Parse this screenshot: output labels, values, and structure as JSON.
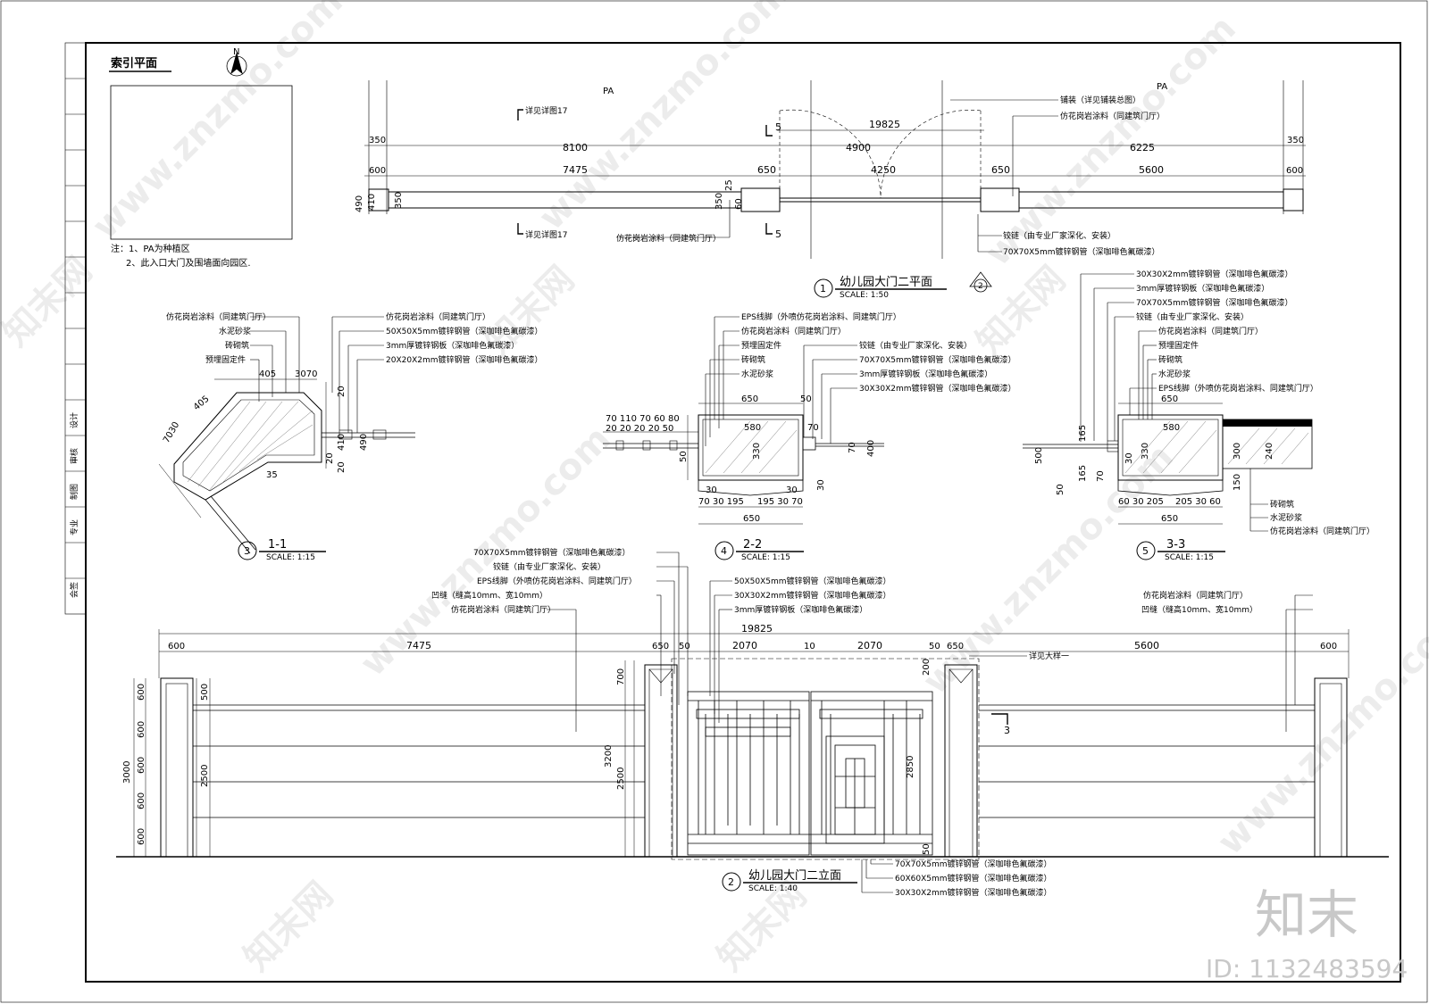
{
  "index_plan": {
    "title": "索引平面",
    "north": "N",
    "notes": [
      "注：1、PA为种植区",
      "2、此入口大门及围墙面向园区."
    ]
  },
  "plan": {
    "pa_left": "PA",
    "pa_right": "PA",
    "dims_top": [
      "350",
      "8100",
      "4900",
      "6225",
      "350"
    ],
    "dims_mid": [
      "600",
      "7475",
      "650",
      "4250",
      "650",
      "5600",
      "600"
    ],
    "overall": "19825",
    "side_dims": [
      "490",
      "410",
      "350"
    ],
    "post_dims": [
      "350",
      "25",
      "60"
    ],
    "detail17_top": "详见详图17",
    "detail17_bottom": "详见详图17",
    "section5_top": "5",
    "section5_bottom": "5",
    "leaders_right": [
      "铺装（详见铺装总图）",
      "仿花岗岩涂料（同建筑门厅）"
    ],
    "leaders_bottom_left": "仿花岗岩涂料（同建筑门厅）",
    "leaders_bottom_right": [
      "铰链（由专业厂家深化、安装）",
      "70X70X5mm镀锌钢管（深咖啡色氟碳漆）"
    ],
    "title_num": "1",
    "title": "幼儿园大门二平面",
    "scale": "SCALE: 1:50",
    "tag": "2"
  },
  "sec1": {
    "labels_left": [
      "仿花岗岩涂料（同建筑门厅）",
      "水泥砂浆",
      "砖砌筑",
      "预埋固定件"
    ],
    "labels_right": [
      "仿花岗岩涂料（同建筑门厅）",
      "50X50X5mm镀锌钢管（深咖啡色氟碳漆）",
      "3mm厚镀锌钢板（深咖啡色氟碳漆）",
      "20X20X2mm镀锌钢管（深咖啡色氟碳漆）"
    ],
    "dims": [
      "405",
      "3070",
      "405",
      "7030",
      "410",
      "20",
      "20",
      "490",
      "20",
      "35"
    ],
    "num": "3",
    "title": "1-1",
    "scale": "SCALE: 1:15"
  },
  "sec2": {
    "labels": [
      "EPS线脚（外喷仿花岗岩涂料、同建筑门厅）",
      "仿花岗岩涂料（同建筑门厅）",
      "预埋固定件",
      "砖砌筑",
      "水泥砂浆",
      "铰链（由专业厂家深化、安装）",
      "70X70X5mm镀锌钢管（深咖啡色氟碳漆）",
      "3mm厚镀锌钢板（深咖啡色氟碳漆）",
      "30X30X2mm镀锌钢管（深咖啡色氟碳漆）"
    ],
    "dims": [
      "650",
      "50",
      "70 110 70 60 80",
      "20 20  20 20 50",
      "580",
      "70",
      "330",
      "400",
      "70",
      "50",
      "30",
      "30",
      "30",
      "70 30 195",
      "195 30 70",
      "650"
    ],
    "num": "4",
    "title": "2-2",
    "scale": "SCALE: 1:15"
  },
  "sec3": {
    "labels_top": [
      "30X30X2mm镀锌钢管（深咖啡色氟碳漆）",
      "3mm厚镀锌钢板（深咖啡色氟碳漆）",
      "70X70X5mm镀锌钢管（深咖啡色氟碳漆）",
      "铰链（由专业厂家深化、安装）",
      "仿花岗岩涂料（同建筑门厅）",
      "预埋固定件",
      "砖砌筑",
      "水泥砂浆",
      "EPS线脚（外喷仿花岗岩涂料、同建筑门厅）"
    ],
    "labels_right": [
      "砖砌筑",
      "水泥砂浆",
      "仿花岗岩涂料（同建筑门厅）"
    ],
    "dims": [
      "650",
      "580",
      "30",
      "330",
      "300",
      "240",
      "150",
      "500",
      "165",
      "165",
      "50",
      "60 30 205",
      "205 30 60",
      "650",
      "70"
    ],
    "num": "5",
    "title": "3-3",
    "scale": "SCALE: 1:15"
  },
  "elev": {
    "labels_top": [
      "70X70X5mm镀锌钢管（深咖啡色氟碳漆）",
      "铰链（由专业厂家深化、安装）",
      "EPS线脚（外喷仿花岗岩涂料、同建筑门厅）",
      "凹缝（缝高10mm、宽10mm）",
      "仿花岗岩涂料（同建筑门厅）"
    ],
    "labels_center": [
      "50X50X5mm镀锌钢管（深咖啡色氟碳漆）",
      "30X30X2mm镀锌钢管（深咖啡色氟碳漆）",
      "3mm厚镀锌钢板（深咖啡色氟碳漆）"
    ],
    "labels_right": [
      "仿花岗岩涂料（同建筑门厅）",
      "凹缝（缝高10mm、宽10mm）"
    ],
    "labels_bottom": [
      "70X70X5mm镀锌钢管（深咖啡色氟碳漆）",
      "60X60X5mm镀锌钢管（深咖啡色氟碳漆）",
      "30X30X2mm镀锌钢管（深咖啡色氟碳漆）"
    ],
    "overall": "19825",
    "dims": [
      "600",
      "7475",
      "650",
      "50",
      "2070",
      "10",
      "2070",
      "50",
      "650",
      "5600",
      "600"
    ],
    "vdims_left": [
      "600",
      "600",
      "600",
      "600",
      "600",
      "3000",
      "500",
      "2500"
    ],
    "vdims_mid": [
      "700",
      "3200",
      "2500"
    ],
    "vdims_gate": [
      "200",
      "2850",
      "50"
    ],
    "detail_ref": "详见大样一",
    "section3": "3",
    "num": "2",
    "title": "幼儿园大门二立面",
    "scale": "SCALE: 1:40"
  },
  "side_strip": [
    "专业",
    "制图",
    "审核",
    "设计",
    "会签"
  ],
  "watermark": {
    "site": "www.znzmo.com",
    "brand": "知末网",
    "logo": "知末",
    "id": "ID: 1132483594"
  }
}
